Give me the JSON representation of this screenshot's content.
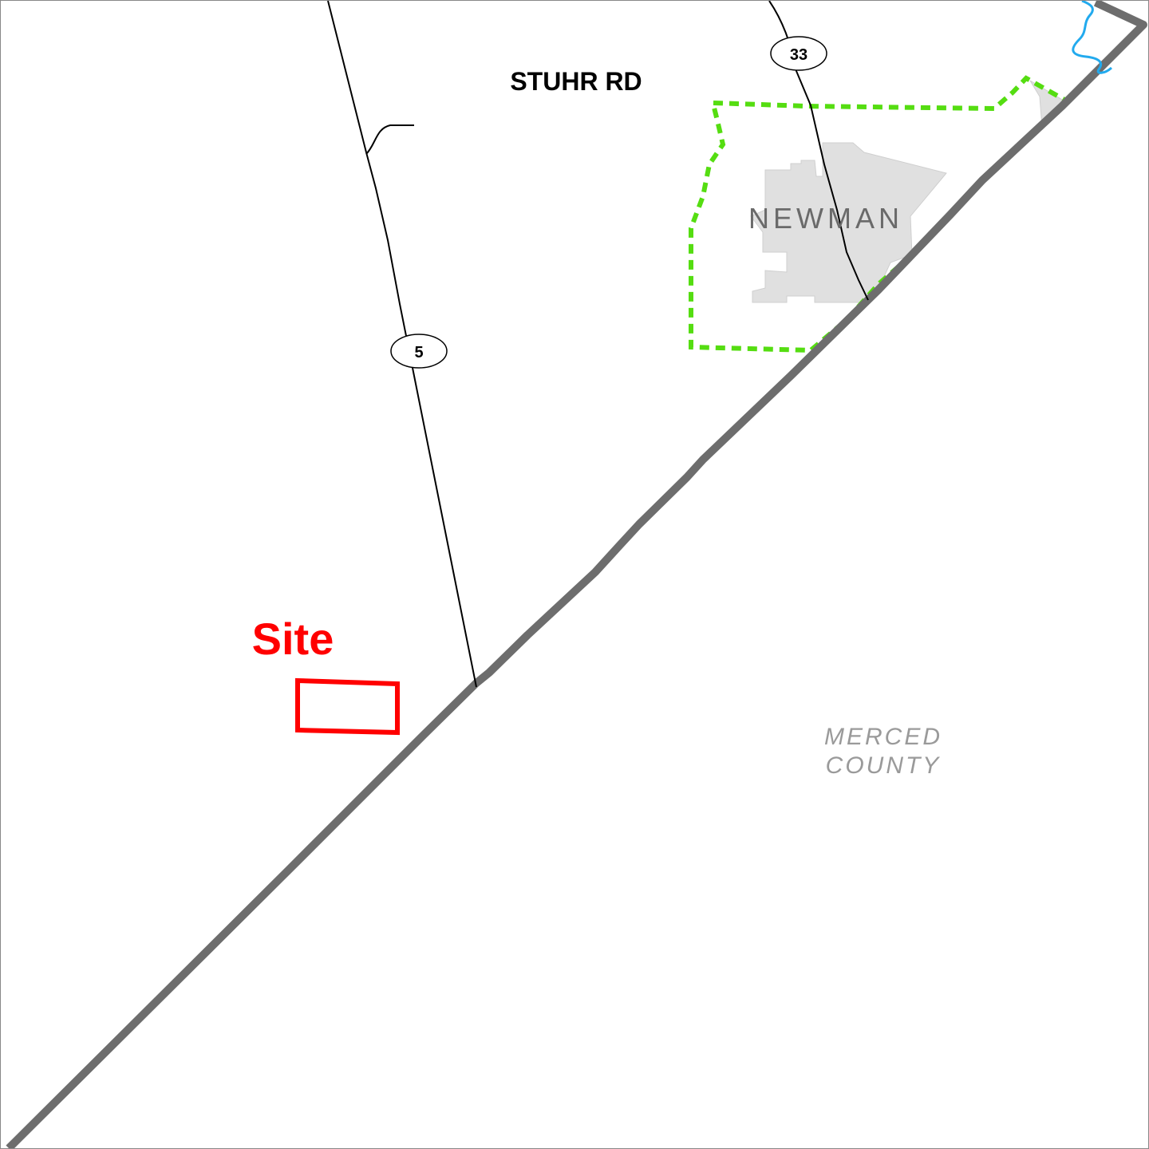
{
  "map": {
    "roads": {
      "stuhr_rd": "STUHR RD",
      "route_5": "5",
      "route_33": "33"
    },
    "places": {
      "city": "NEWMAN",
      "county_line1": "MERCED",
      "county_line2": "COUNTY"
    },
    "site": {
      "label": "Site"
    },
    "colors": {
      "site": "#ff0000",
      "sphere_of_influence": "#55dd11",
      "county_boundary": "#6d6d6d",
      "city_area": "#e0e0e0",
      "river": "#22aaee",
      "road": "#000000",
      "county_label": "#9a9a9a"
    }
  }
}
